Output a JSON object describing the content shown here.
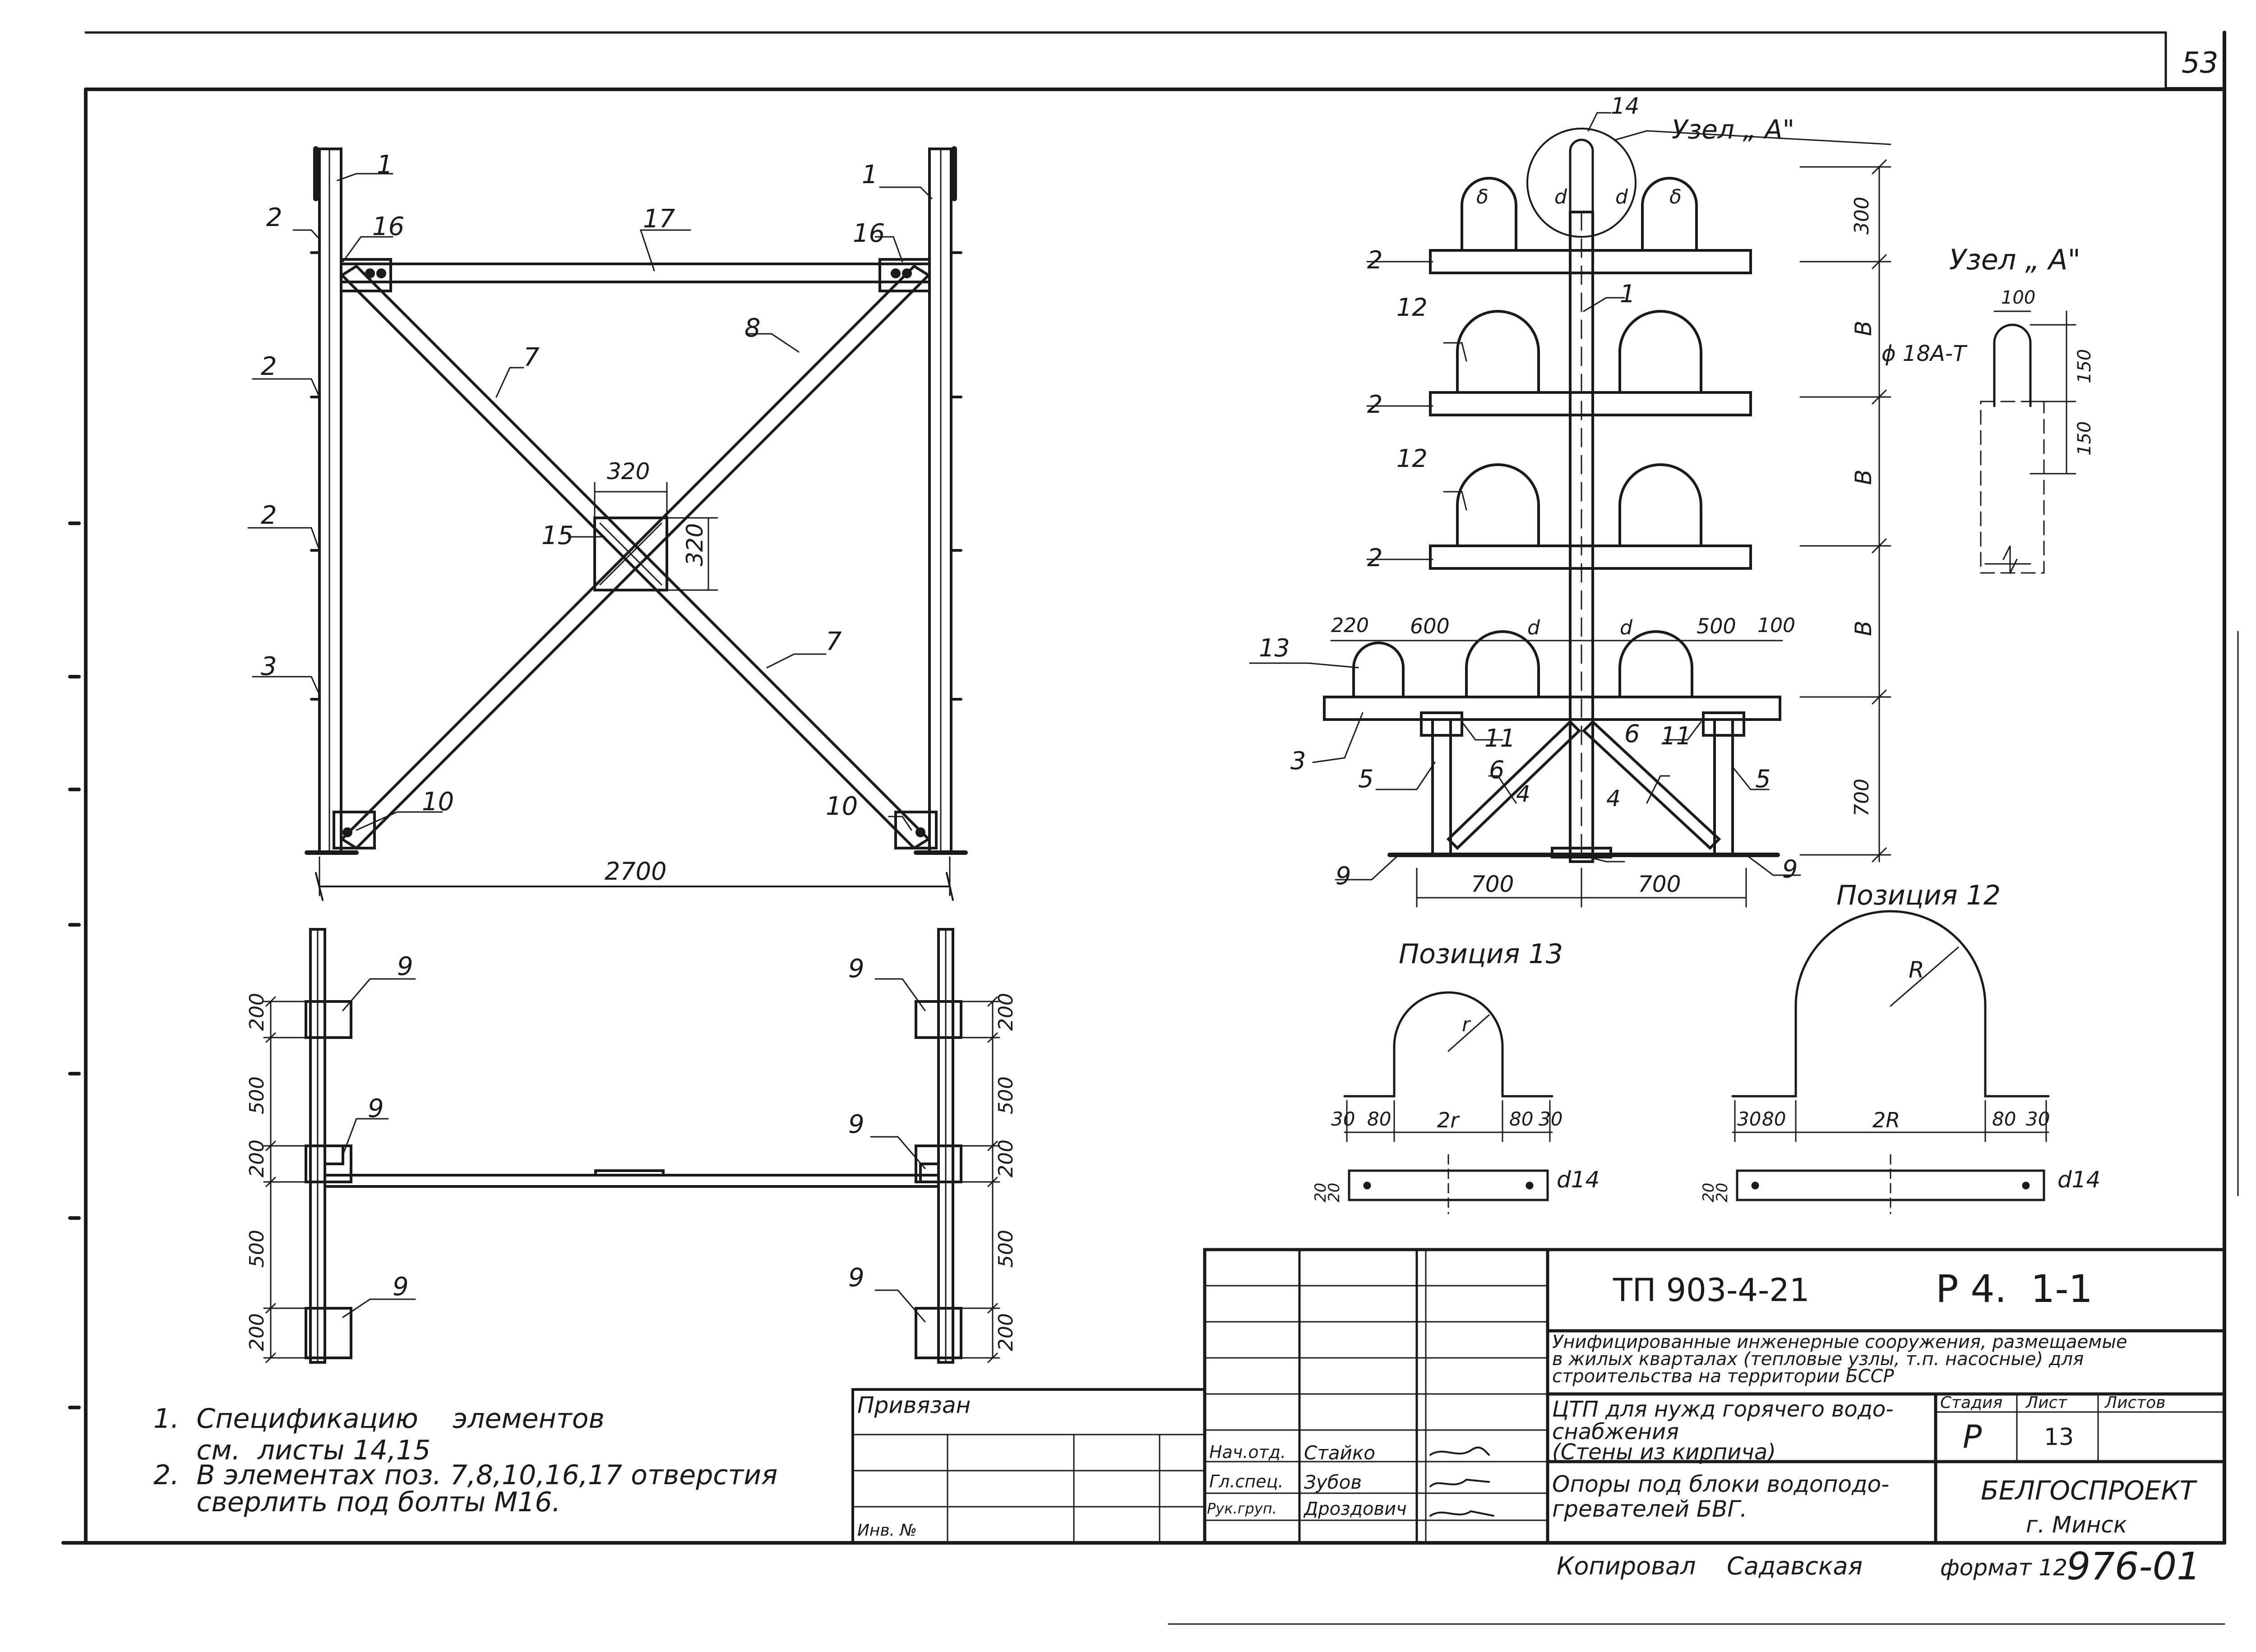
{
  "sheet_number": "53",
  "views": {
    "front": {
      "callouts": [
        "1",
        "2",
        "16",
        "17",
        "16",
        "1",
        "2",
        "7",
        "8",
        "2",
        "320",
        "15",
        "320",
        "3",
        "7",
        "10",
        "10"
      ],
      "overall_width": "2700"
    },
    "plan": {
      "callouts": [
        "9",
        "9",
        "9",
        "9",
        "9",
        "9"
      ],
      "dims_left": [
        "200",
        "500",
        "200",
        "500",
        "200"
      ],
      "dims_right": [
        "200",
        "500",
        "200",
        "500",
        "200"
      ]
    },
    "section": {
      "node_label": "Узел „ А\"",
      "callouts": [
        "14",
        "2",
        "1",
        "12",
        "2",
        "12",
        "2",
        "13",
        "3",
        "5",
        "6",
        "11",
        "6",
        "11",
        "5",
        "4",
        "4",
        "9",
        "9"
      ],
      "d_marks": [
        "δ",
        "d",
        "d",
        "δ",
        "d",
        "d"
      ],
      "top_dims": [
        "220",
        "600",
        "500",
        "100"
      ],
      "bottom_dims": [
        "700",
        "700"
      ],
      "right_dims": [
        "300",
        "B",
        "B",
        "B",
        "700"
      ]
    },
    "node_a": {
      "title": "Узел „ А\"",
      "dia": "ϕ 18А-Т",
      "dims": [
        "100",
        "150",
        "150"
      ]
    },
    "pos13": {
      "title": "Позиция 13",
      "radius": "r",
      "dims": [
        "30",
        "80",
        "2r",
        "80",
        "30"
      ],
      "side_dims": [
        "20",
        "20"
      ],
      "hole": "d14"
    },
    "pos12": {
      "title": "Позиция 12",
      "radius": "R",
      "dims": [
        "30",
        "80",
        "2R",
        "80",
        "30"
      ],
      "side_dims": [
        "20",
        "20"
      ],
      "hole": "d14"
    }
  },
  "notes": [
    "1.  Спецификацию    элементов",
    "     см.  листы 14,15",
    "2.  В элементах поз. 7,8,10,16,17 отверстия",
    "     сверлить под болты М16."
  ],
  "title_block": {
    "privyazan": "Привязан",
    "inv": "Инв. №",
    "project_code": "ТП 903-4-21",
    "sheet_code": "Р 4.  1-1",
    "description": [
      "Унифицированные инженерные сооружения, размещаемые",
      "в жилых кварталах (тепловые узлы, т.п. насосные)  для",
      "строительства на территории  БССР"
    ],
    "object_title": [
      "ЦТП для нужд горячего водо-",
      "снабжения",
      "(Стены из кирпича)"
    ],
    "drawing_title": [
      "Опоры под блоки водоподо-",
      "гревателей  БВГ."
    ],
    "stage_header": "Стадия",
    "sheet_header": "Лист",
    "sheets_header": "Листов",
    "stage_value": "Р",
    "sheet_value": "13",
    "sheets_value": "",
    "organization": "БЕЛГОСПРОЕКТ",
    "city": "г. Минск",
    "signatures": [
      {
        "role": "Нач.отд.",
        "name": "Стайко"
      },
      {
        "role": "Гл.спец.",
        "name": "Зубов"
      },
      {
        "role": "Рук.груп.",
        "name": "Дроздович"
      }
    ],
    "copied_by": "Копировал    Садавская",
    "format": "формат 12",
    "drawing_number": "976-01"
  }
}
